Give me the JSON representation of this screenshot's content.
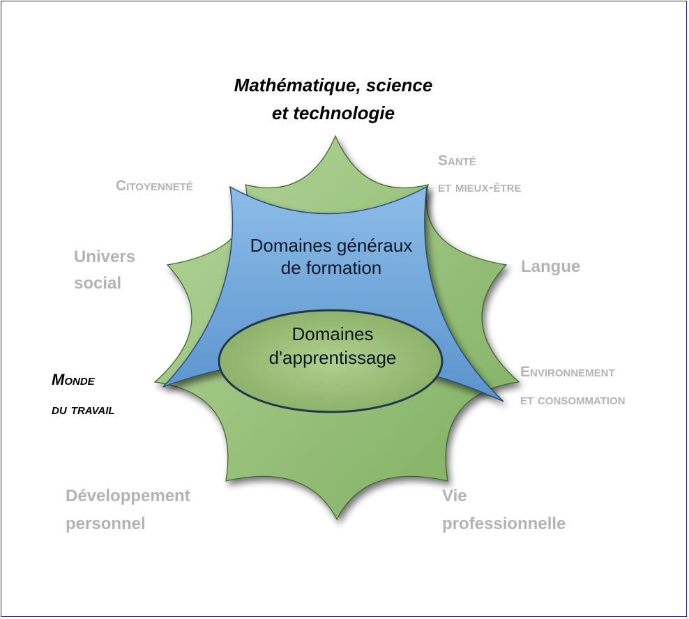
{
  "colors": {
    "frame": "#1f2a86",
    "star_green": "#9ac17e",
    "blue_shape": "#6ea5d8",
    "inner_ellipse_green": "#9bbf78",
    "muted_label": "#b3b3b3",
    "active_label": "#000000"
  },
  "center": {
    "general_domains": {
      "line1": "Domaines généraux",
      "line2": "de formation"
    },
    "learning_domains": {
      "line1": "Domaines",
      "line2": "d'apprentissage"
    }
  },
  "labels": {
    "math": {
      "line1": "Mathématique, science",
      "line2": "et technologie"
    },
    "sante": {
      "line1": "Santé",
      "line2": "et mieux-être"
    },
    "citoyennete": {
      "line1": "Citoyenneté"
    },
    "univers": {
      "line1": "Univers",
      "line2": "social"
    },
    "langue": {
      "line1": "Langue"
    },
    "monde": {
      "line1": "Monde",
      "line2": "du travail"
    },
    "environnement": {
      "line1": "Environnement",
      "line2": "et consommation"
    },
    "developpement": {
      "line1": "Développement",
      "line2": "personnel"
    },
    "vie": {
      "line1": "Vie",
      "line2": "professionnelle"
    }
  }
}
